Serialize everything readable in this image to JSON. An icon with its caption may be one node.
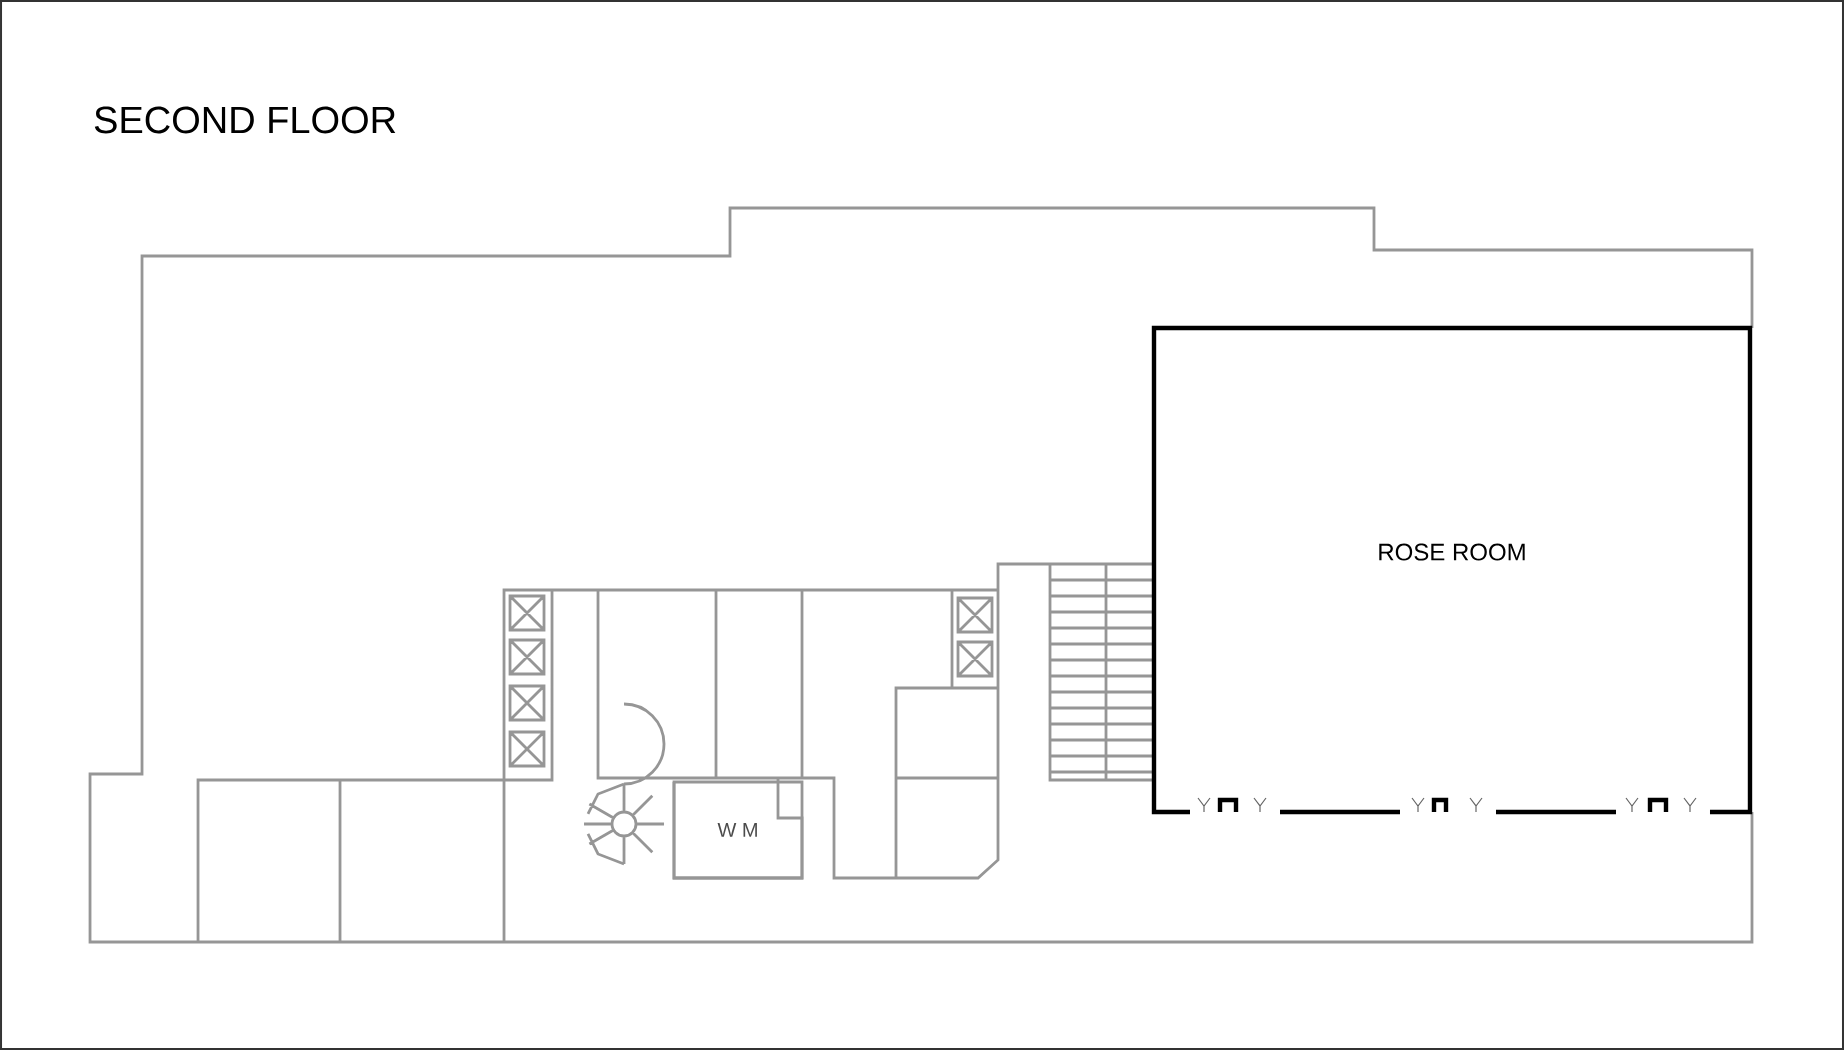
{
  "diagram": {
    "title": "SECOND FLOOR",
    "nodes": [
      {
        "text": [
          "ROSE ROOM"
        ]
      },
      {
        "text": [
          "W M"
        ]
      }
    ]
  }
}
